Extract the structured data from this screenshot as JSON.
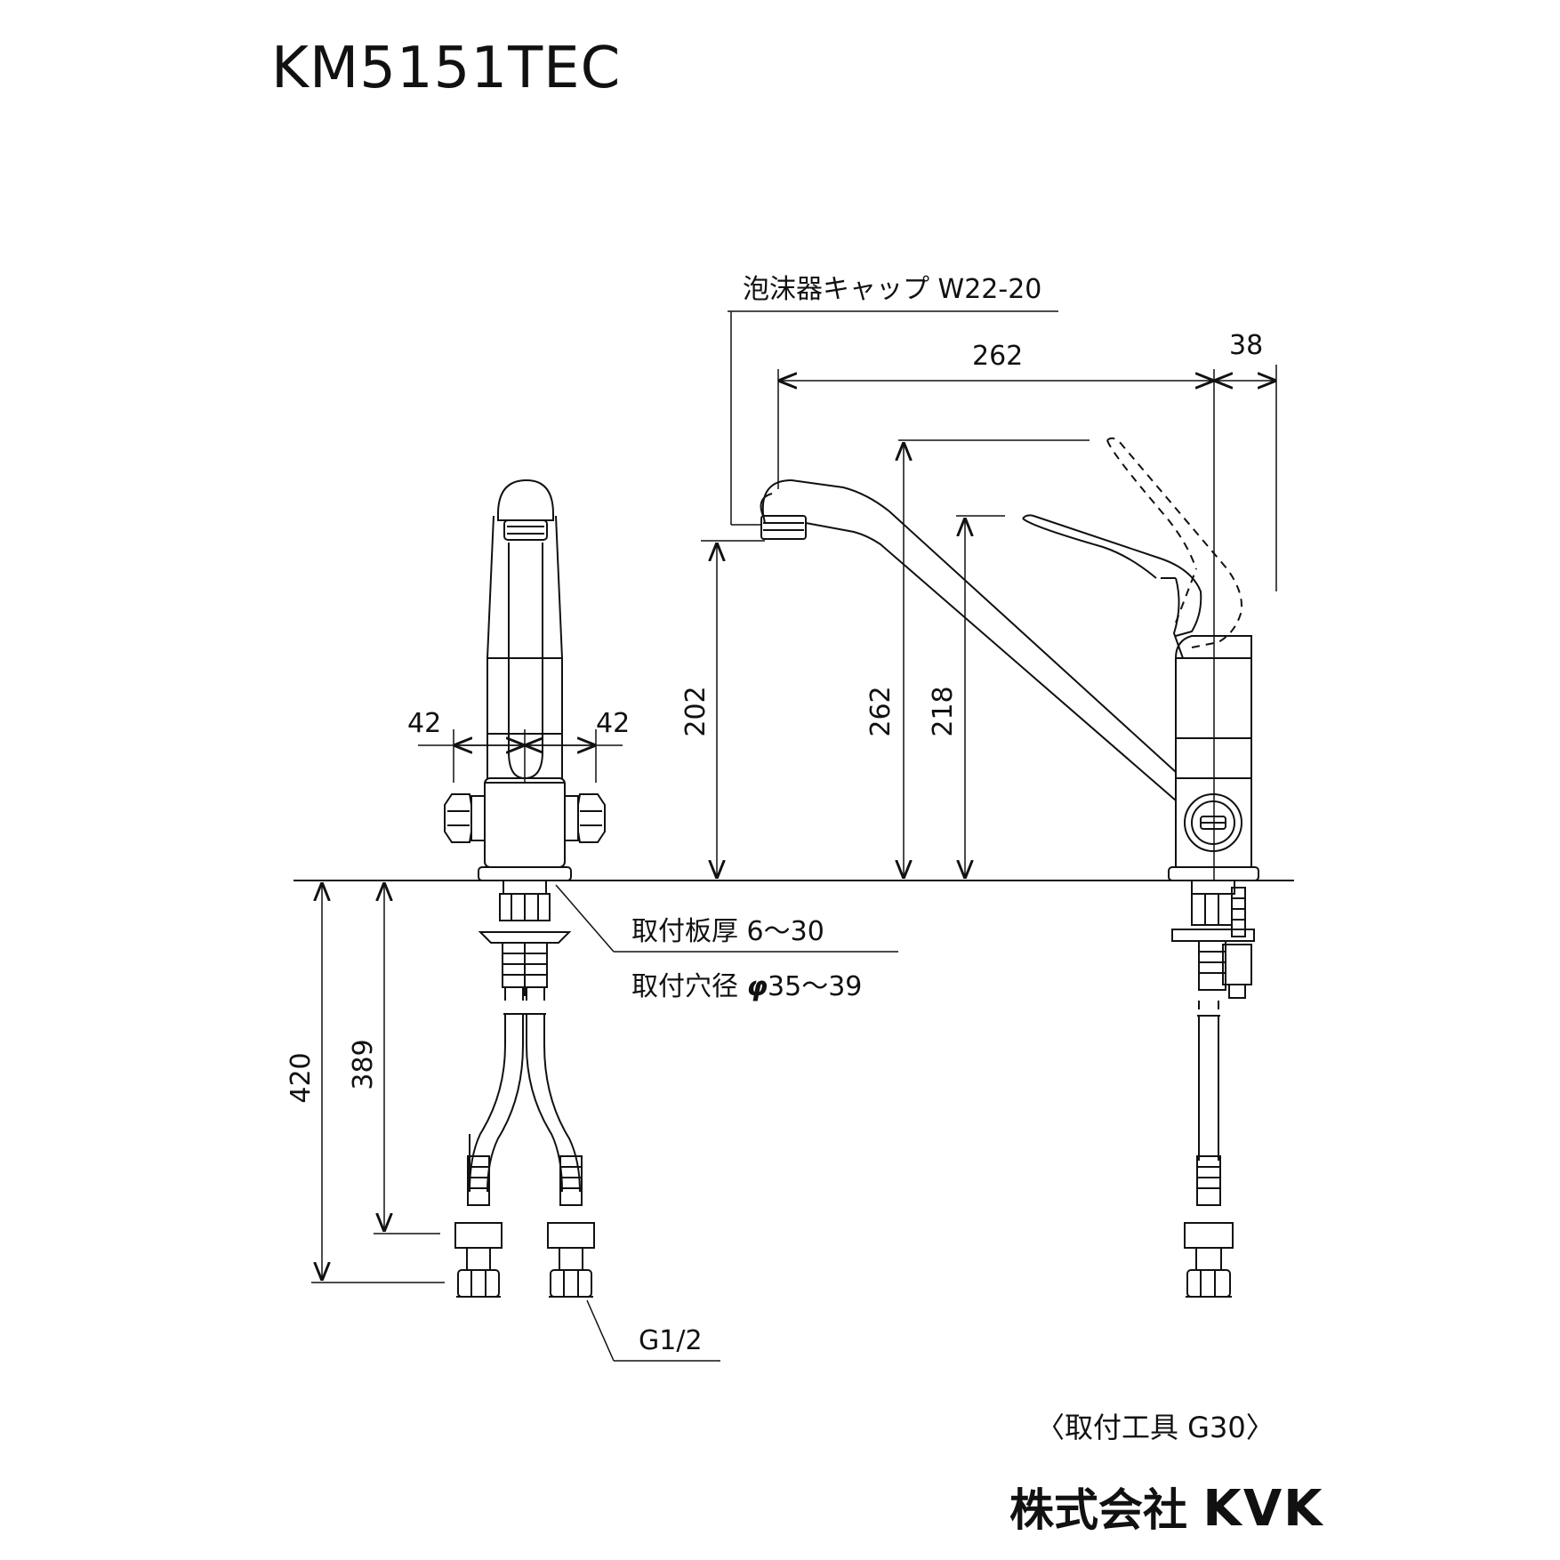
{
  "title": "KM5151TEC",
  "labels": {
    "aerator_cap": "泡沫器キャップ W22-20",
    "plate_thickness": "取付板厚 6〜30",
    "hole_diameter_prefix": "取付穴径 ",
    "hole_diameter_symbol": "φ",
    "hole_diameter_value": "35〜39",
    "thread": "G1/2",
    "tool": "〈取付工具 G30〉"
  },
  "dimensions": {
    "spout_reach": "262",
    "handle_offset": "38",
    "spout_height_outlet": "202",
    "overall_height": "262",
    "handle_height": "218",
    "left_offset": "42",
    "right_offset": "42",
    "hose_length_total": "420",
    "hose_length_nut": "389"
  },
  "company": {
    "prefix": "株式会社 ",
    "brand": "KVK"
  }
}
